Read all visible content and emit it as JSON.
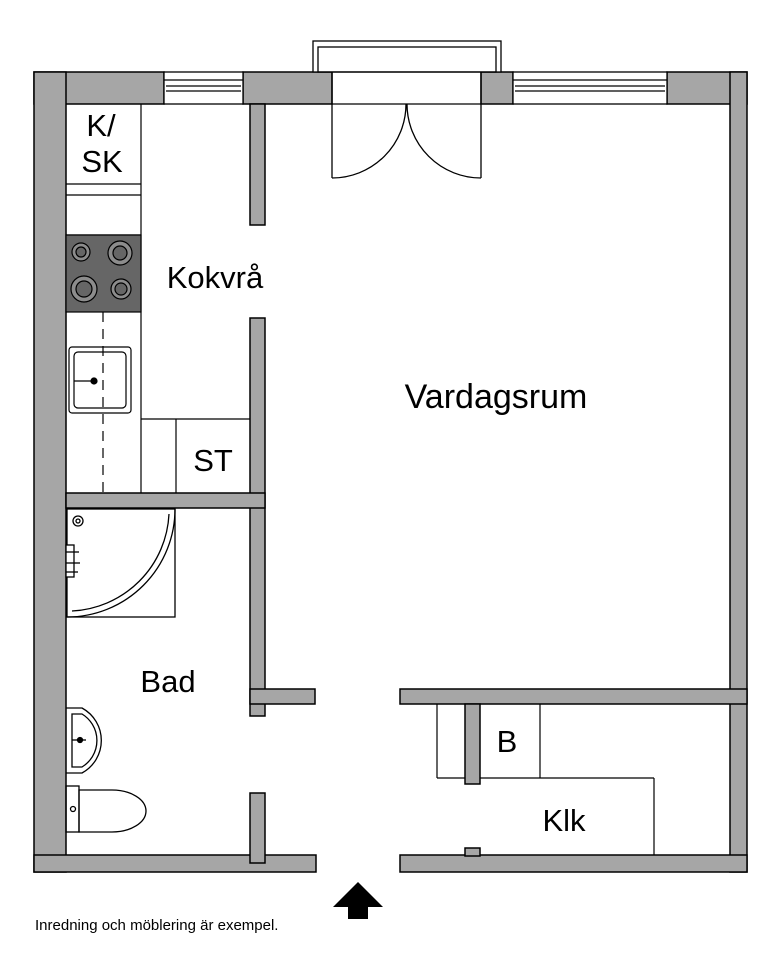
{
  "rooms": {
    "kitchenette": "Kokvrå",
    "living_room": "Vardagsrum",
    "bathroom": "Bad",
    "closet": "Klk"
  },
  "fixtures": {
    "fridge_freezer_line1": "K/",
    "fridge_freezer_line2": "SK",
    "storage": "ST",
    "b_cabinet": "B"
  },
  "footnote": "Inredning och möblering är exempel.",
  "colors": {
    "wall": "#a6a6a6",
    "outline": "#000000",
    "stove": "#666666"
  }
}
